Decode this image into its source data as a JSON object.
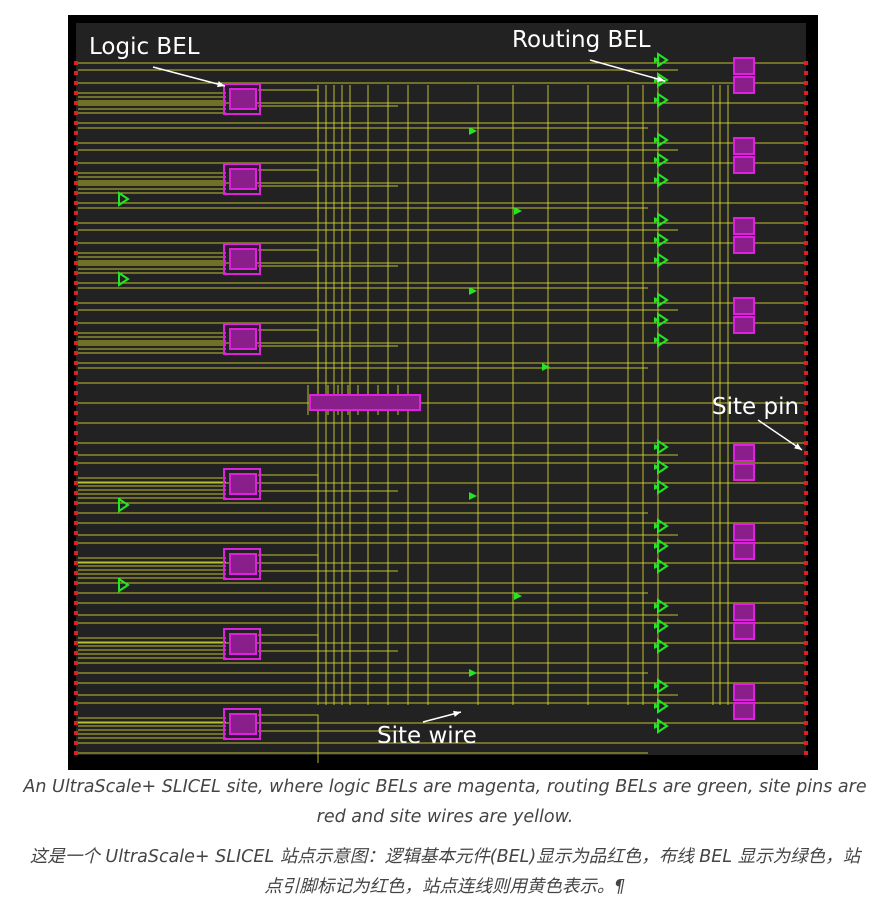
{
  "figure": {
    "labels": {
      "logic_bel": "Logic BEL",
      "routing_bel": "Routing BEL",
      "site_pin": "Site pin",
      "site_wire": "Site wire"
    },
    "colors": {
      "background": "#000000",
      "panel": "#222222",
      "logic_bel": "#e020e0",
      "logic_bel_fill": "#8a1e8a",
      "routing_bel": "#22e622",
      "site_pin": "#e02020",
      "site_wire": "#d8d830"
    }
  },
  "caption": {
    "english": "An UltraScale+ SLICEL site, where logic BELs are magenta, routing BELs are green, site pins are red and site wires are yellow.",
    "chinese": "这是一个 UltraScale+ SLICEL 站点示意图：逻辑基本元件(BEL)显示为品红色，布线 BEL 显示为绿色，站点引脚标记为红色，站点连线则用黄色表示。¶"
  }
}
